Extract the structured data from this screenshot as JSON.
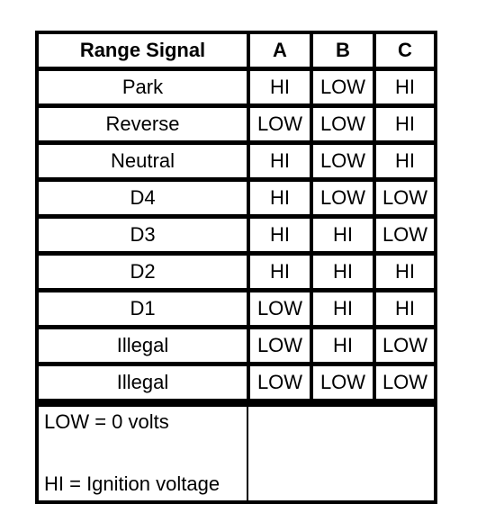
{
  "table": {
    "headers": [
      "Range Signal",
      "A",
      "B",
      "C"
    ],
    "rows": [
      [
        "Park",
        "HI",
        "LOW",
        "HI"
      ],
      [
        "Reverse",
        "LOW",
        "LOW",
        "HI"
      ],
      [
        "Neutral",
        "HI",
        "LOW",
        "HI"
      ],
      [
        "D4",
        "HI",
        "LOW",
        "LOW"
      ],
      [
        "D3",
        "HI",
        "HI",
        "LOW"
      ],
      [
        "D2",
        "HI",
        "HI",
        "HI"
      ],
      [
        "D1",
        "LOW",
        "HI",
        "HI"
      ],
      [
        "Illegal",
        "LOW",
        "HI",
        "LOW"
      ],
      [
        "Illegal",
        "LOW",
        "LOW",
        "LOW"
      ]
    ]
  },
  "legend": {
    "low": "LOW = 0 volts",
    "hi": "HI = Ignition voltage"
  }
}
